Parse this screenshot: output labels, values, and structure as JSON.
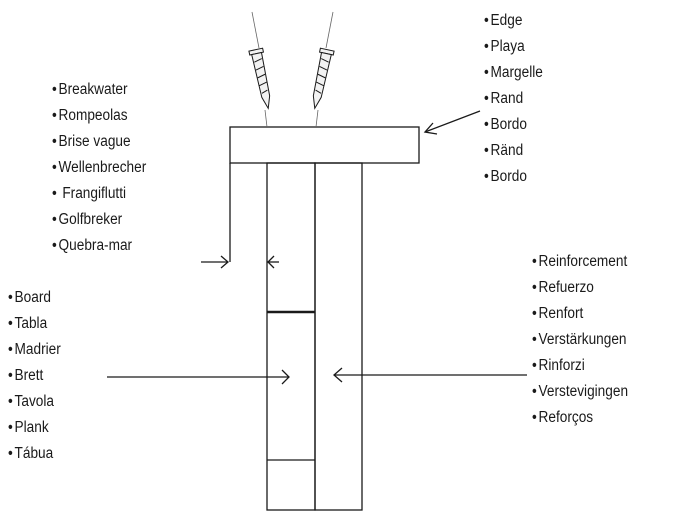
{
  "labels": {
    "edge": [
      "Edge",
      "Playa",
      "Margelle",
      "Rand",
      "Bordo",
      "Ränd",
      "Bordo"
    ],
    "breakwater": [
      "Breakwater",
      "Rompeolas",
      "Brise vague",
      "Wellenbrecher",
      " Frangiflutti",
      "Golfbreker",
      "Quebra-mar"
    ],
    "board": [
      "Board",
      "Tabla",
      "Madrier",
      "Brett",
      "Tavola",
      "Plank",
      "Tábua"
    ],
    "reinforcement": [
      "Reinforcement",
      "Refuerzo",
      "Renfort",
      "Verstärkungen",
      "Rinforzi",
      "Verstevigingen",
      "Reforços"
    ]
  },
  "colors": {
    "stroke": "#1a1a1a",
    "screw_fill": "#f2f2f2"
  }
}
